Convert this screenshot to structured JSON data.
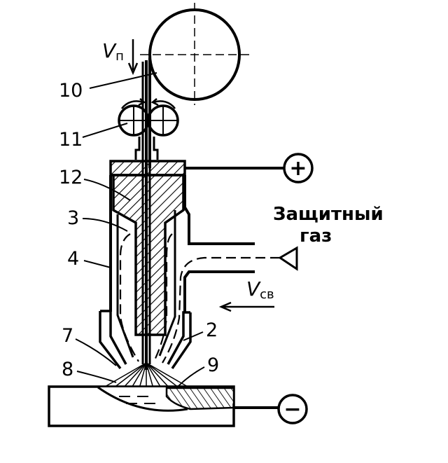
{
  "labels": {
    "n2": "2",
    "n3": "3",
    "n4": "4",
    "n7": "7",
    "n8": "8",
    "n9": "9",
    "n10": "10",
    "n11": "11",
    "n12": "12"
  },
  "velocity_feed": {
    "symbol": "V",
    "subscript": "п"
  },
  "velocity_weld": {
    "symbol": "V",
    "subscript": "св"
  },
  "gas_label": {
    "line1": "Защитный",
    "line2": "газ"
  },
  "terminals": {
    "positive": "+",
    "negative": "−"
  }
}
